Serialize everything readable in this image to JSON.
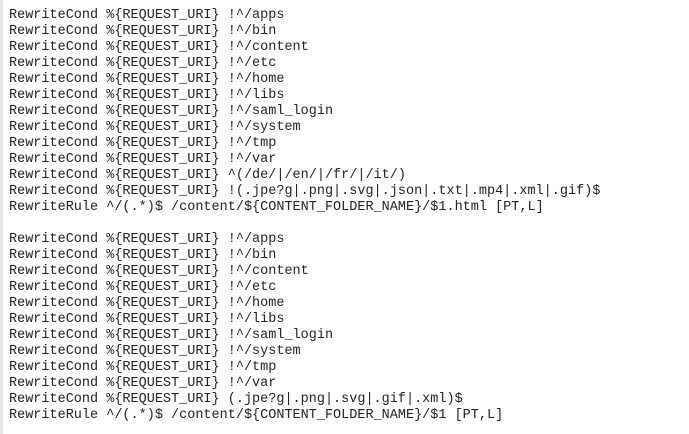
{
  "blocks": [
    {
      "lines": [
        "RewriteCond %{REQUEST_URI} !^/apps",
        "RewriteCond %{REQUEST_URI} !^/bin",
        "RewriteCond %{REQUEST_URI} !^/content",
        "RewriteCond %{REQUEST_URI} !^/etc",
        "RewriteCond %{REQUEST_URI} !^/home",
        "RewriteCond %{REQUEST_URI} !^/libs",
        "RewriteCond %{REQUEST_URI} !^/saml_login",
        "RewriteCond %{REQUEST_URI} !^/system",
        "RewriteCond %{REQUEST_URI} !^/tmp",
        "RewriteCond %{REQUEST_URI} !^/var",
        "RewriteCond %{REQUEST_URI} ^(/de/|/en/|/fr/|/it/)",
        "RewriteCond %{REQUEST_URI} !(.jpe?g|.png|.svg|.json|.txt|.mp4|.xml|.gif)$",
        "RewriteRule ^/(.*)$ /content/${CONTENT_FOLDER_NAME}/$1.html [PT,L]"
      ]
    },
    {
      "lines": [
        "RewriteCond %{REQUEST_URI} !^/apps",
        "RewriteCond %{REQUEST_URI} !^/bin",
        "RewriteCond %{REQUEST_URI} !^/content",
        "RewriteCond %{REQUEST_URI} !^/etc",
        "RewriteCond %{REQUEST_URI} !^/home",
        "RewriteCond %{REQUEST_URI} !^/libs",
        "RewriteCond %{REQUEST_URI} !^/saml_login",
        "RewriteCond %{REQUEST_URI} !^/system",
        "RewriteCond %{REQUEST_URI} !^/tmp",
        "RewriteCond %{REQUEST_URI} !^/var",
        "RewriteCond %{REQUEST_URI} (.jpe?g|.png|.svg|.gif|.xml)$",
        "RewriteRule ^/(.*)$ /content/${CONTENT_FOLDER_NAME}/$1 [PT,L]"
      ]
    }
  ]
}
